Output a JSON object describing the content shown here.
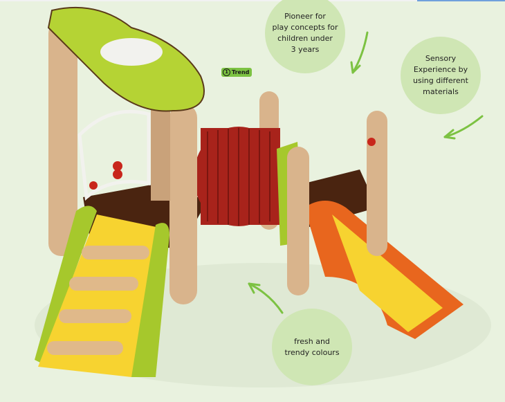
{
  "badge": {
    "number": "1",
    "label": "Trend"
  },
  "callouts": [
    {
      "text": "Pioneer for\nplay concepts for\nchildren under\n3 years"
    },
    {
      "text": "Sensory\nExperience by\nusing different\nmaterials"
    },
    {
      "text": "fresh and\ntrendy colours"
    }
  ],
  "colors": {
    "background": "#e9f2df",
    "bubble": "#cfe6b4",
    "arrow": "#7cc242",
    "lime": "#b5d334",
    "orange": "#e8661e",
    "yellow": "#f7d330",
    "tunnel": "#a8231b"
  }
}
